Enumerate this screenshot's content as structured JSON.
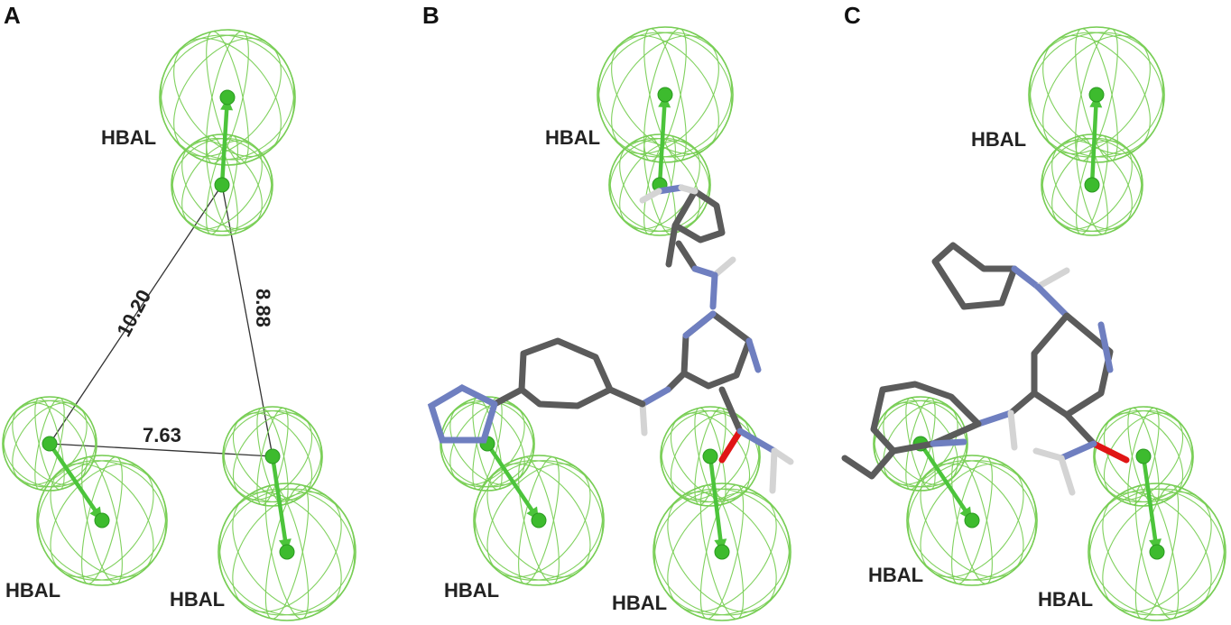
{
  "panels": [
    {
      "letter": "A"
    },
    {
      "letter": "B"
    },
    {
      "letter": "C"
    }
  ],
  "feature_label": "HBAL",
  "distances": {
    "d1": "10.20",
    "d2": "8.88",
    "d3": "7.63"
  },
  "colors": {
    "feature_mesh": "#79cf55",
    "feature_vector": "#4cc43b",
    "carbon": "#5b5b5b",
    "nitrogen": "#6f7fc0",
    "hydrogen": "#d4d4d4",
    "oxygen": "#e01515"
  }
}
